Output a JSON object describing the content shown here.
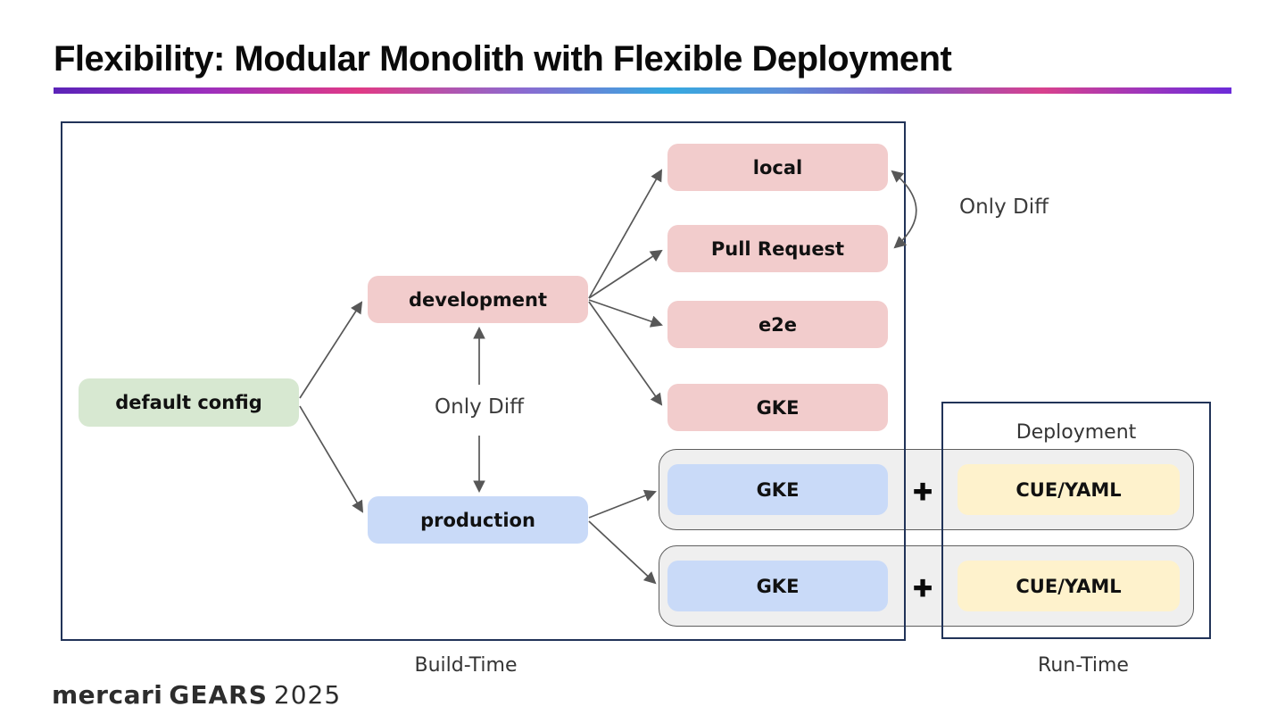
{
  "title": "Flexibility: Modular Monolith with Flexible Deployment",
  "palette": {
    "accent_gradient": [
      "#5b23b8",
      "#e03a86",
      "#35a9e0",
      "#8055c8",
      "#d8418d",
      "#6c2bd9"
    ],
    "node_green": "#d7e8d1",
    "node_pink": "#f2cccc",
    "node_blue": "#c9daf8",
    "node_yellow": "#fef2cc",
    "frame_border": "#213358",
    "row_background": "#efefef",
    "arrow": "#575757"
  },
  "build_time": {
    "label": "Build-Time",
    "nodes": {
      "default_config": "default config",
      "development": "development",
      "production": "production"
    },
    "dev_targets": [
      "local",
      "Pull Request",
      "e2e",
      "GKE"
    ]
  },
  "run_time": {
    "label": "Run-Time",
    "header": "Deployment",
    "rows": [
      {
        "build": "GKE",
        "plus": "✚",
        "deploy": "CUE/YAML"
      },
      {
        "build": "GKE",
        "plus": "✚",
        "deploy": "CUE/YAML"
      }
    ]
  },
  "annotations": {
    "only_diff_environments": "Only Diff",
    "only_diff_targets": "Only Diff"
  },
  "footer": {
    "brand": "mercari",
    "wordmark": "GEARS",
    "year": "2025"
  }
}
